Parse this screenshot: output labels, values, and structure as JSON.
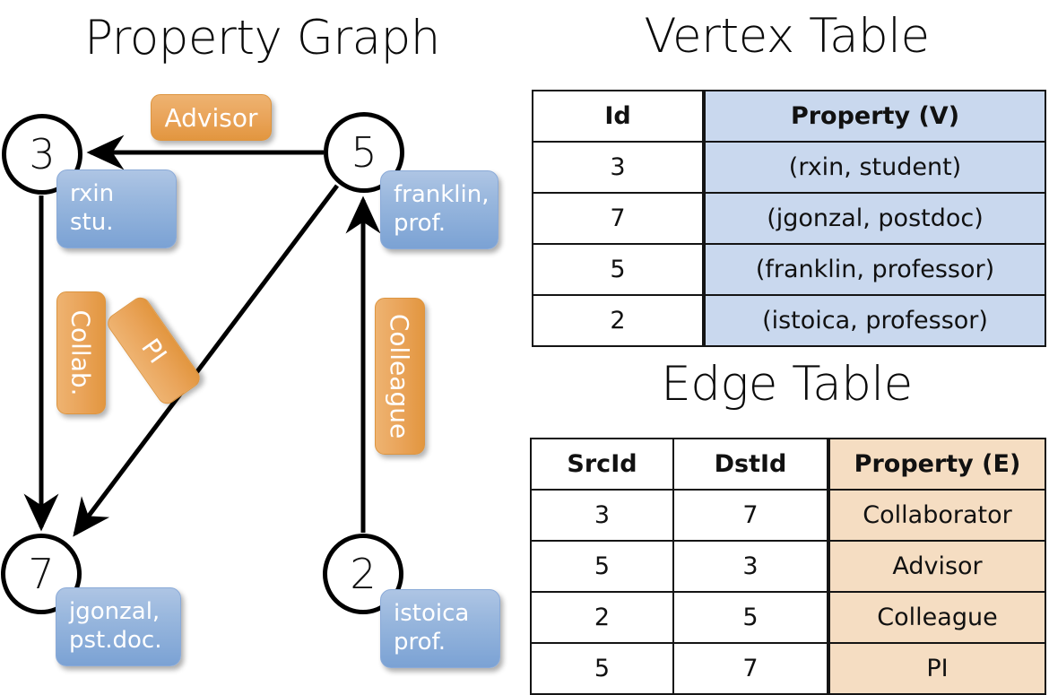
{
  "titles": {
    "property_graph": "Property Graph",
    "vertex_table": "Vertex Table",
    "edge_table": "Edge Table"
  },
  "graph": {
    "nodes": [
      {
        "id": "3",
        "property_label": "rxin\nstu.",
        "line1": "rxin",
        "line2": "stu."
      },
      {
        "id": "5",
        "property_label": "franklin,\nprof.",
        "line1": "franklin,",
        "line2": "prof."
      },
      {
        "id": "7",
        "property_label": "jgonzal,\npst.doc.",
        "line1": "jgonzal,",
        "line2": "pst.doc."
      },
      {
        "id": "2",
        "property_label": "istoica\nprof.",
        "line1": "istoica",
        "line2": "prof."
      }
    ],
    "edge_chips": [
      {
        "name": "advisor",
        "label": "Advisor"
      },
      {
        "name": "collab",
        "label": "Collab."
      },
      {
        "name": "pi",
        "label": "PI"
      },
      {
        "name": "colleague",
        "label": "Colleague"
      }
    ],
    "colors": {
      "node_stroke": "#000000",
      "bubble_blue_top": "#aec5e4",
      "bubble_blue_bottom": "#7ba2d4",
      "chip_orange_light": "#eeb371",
      "chip_orange_dark": "#e2963f"
    }
  },
  "vertex_table": {
    "headers": [
      "Id",
      "Property (V)"
    ],
    "rows": [
      {
        "id": "3",
        "property": "(rxin, student)"
      },
      {
        "id": "7",
        "property": "(jgonzal, postdoc)"
      },
      {
        "id": "5",
        "property": "(franklin, professor)"
      },
      {
        "id": "2",
        "property": "(istoica, professor)"
      }
    ],
    "accent_color": "#c9d8ee"
  },
  "edge_table": {
    "headers": [
      "SrcId",
      "DstId",
      "Property (E)"
    ],
    "rows": [
      {
        "src": "3",
        "dst": "7",
        "property": "Collaborator"
      },
      {
        "src": "5",
        "dst": "3",
        "property": "Advisor"
      },
      {
        "src": "2",
        "dst": "5",
        "property": "Colleague"
      },
      {
        "src": "5",
        "dst": "7",
        "property": "PI"
      }
    ],
    "accent_color": "#f5ddc2"
  },
  "chart_data": {
    "type": "diagram",
    "title": "Property Graph",
    "nodes": [
      {
        "id": "3",
        "name": "rxin",
        "role": "student"
      },
      {
        "id": "7",
        "name": "jgonzal",
        "role": "postdoc"
      },
      {
        "id": "5",
        "name": "franklin",
        "role": "professor"
      },
      {
        "id": "2",
        "name": "istoica",
        "role": "professor"
      }
    ],
    "edges": [
      {
        "src": "3",
        "dst": "7",
        "label": "Collaborator",
        "short": "Collab."
      },
      {
        "src": "5",
        "dst": "3",
        "label": "Advisor",
        "short": "Advisor"
      },
      {
        "src": "2",
        "dst": "5",
        "label": "Colleague",
        "short": "Colleague"
      },
      {
        "src": "5",
        "dst": "7",
        "label": "PI",
        "short": "PI"
      }
    ]
  }
}
